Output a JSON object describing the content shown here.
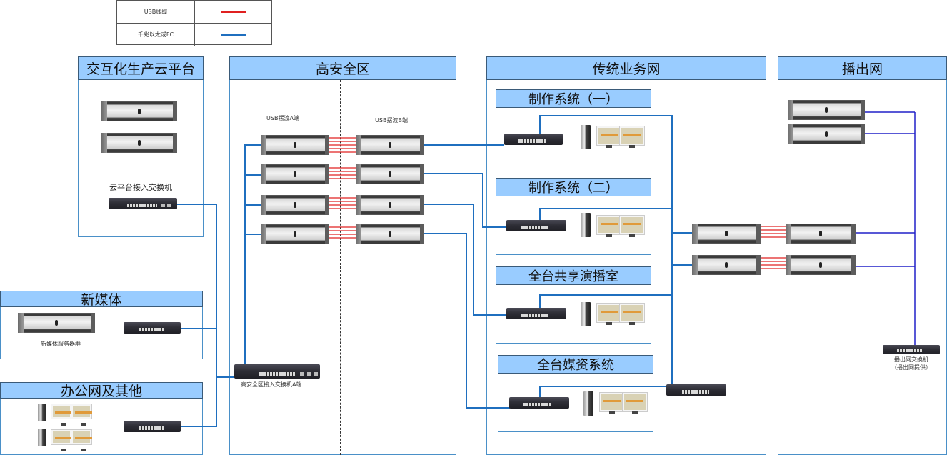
{
  "legend": {
    "items": [
      {
        "name": "USB线缆",
        "color": "#e02020"
      },
      {
        "name": "千兆以太或FC",
        "color": "#1f6fbf"
      }
    ]
  },
  "colors": {
    "zone_header": "#99ccff",
    "zone_border": "#4a90c8",
    "usb_cable": "#e02020",
    "ethernet_fc": "#1f6fbf",
    "broadcast_link": "#2020c8"
  },
  "zones": {
    "cloud_platform": {
      "title": "交互化生产云平台",
      "switch_label": "云平台接入交换机"
    },
    "high_security": {
      "title": "高安全区",
      "side_a_label": "USB摆渡A端",
      "side_b_label": "USB摆渡B端",
      "switch_label": "高安全区接入交换机A端"
    },
    "traditional": {
      "title": "传统业务网",
      "subsystems": [
        {
          "title": "制作系统（一）"
        },
        {
          "title": "制作系统（二）"
        },
        {
          "title": "全台共享演播室"
        },
        {
          "title": "全台媒资系统"
        }
      ]
    },
    "broadcast": {
      "title": "播出网",
      "switch_label_line1": "播出网交换机",
      "switch_label_line2": "（播出网提供）"
    },
    "new_media": {
      "title": "新媒体",
      "server_label": "新媒体服务器群"
    },
    "office": {
      "title": "办公网及其他"
    }
  }
}
